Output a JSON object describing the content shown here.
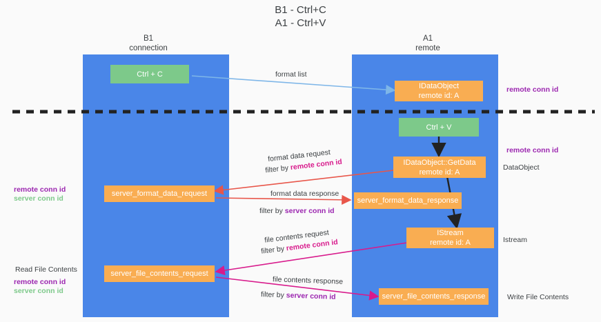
{
  "title": {
    "line1": "B1 - Ctrl+C",
    "line2": "A1 - Ctrl+V"
  },
  "columns": {
    "left": {
      "name": "B1",
      "role": "connection"
    },
    "right": {
      "name": "A1",
      "role": "remote"
    }
  },
  "nodes": {
    "ctrl_c": "Ctrl + C",
    "ctrl_v": "Ctrl + V",
    "idataobject_title": "IDataObject",
    "idataobject_sub": "remote id: A",
    "getdata_title": "IDataObject::GetData",
    "getdata_sub": "remote id: A",
    "istream_title": "IStream",
    "istream_sub": "remote id: A",
    "server_format_data_request": "server_format_data_request",
    "server_format_data_response": "server_format_data_response",
    "server_file_contents_request": "server_file_contents_request",
    "server_file_contents_response": "server_file_contents_response"
  },
  "edges": {
    "format_list": "format list",
    "format_data_request": "format data request",
    "format_data_request_filter_prefix": "filter by ",
    "format_data_request_filter_key": "remote conn id",
    "format_data_response": "format data response",
    "format_data_response_filter_prefix": "filter by ",
    "format_data_response_filter_key": "server conn id",
    "file_contents_request": "file contents request",
    "file_contents_request_filter_prefix": "filter by ",
    "file_contents_request_filter_key": "remote conn id",
    "file_contents_response": "file contents response",
    "file_contents_response_filter_prefix": "filter by ",
    "file_contents_response_filter_key": "server conn id"
  },
  "annotations": {
    "right_remote_conn_id_top": "remote conn id",
    "right_remote_conn_id_mid": "remote conn id",
    "right_dataobject": "DataObject",
    "right_istream": "Istream",
    "right_write_file_contents": "Write File Contents",
    "left_remote_conn_id_mid": "remote conn id",
    "left_server_conn_id_mid": "server conn id",
    "left_read_file_contents": "Read File Contents",
    "left_remote_conn_id_bottom": "remote conn id",
    "left_server_conn_id_bottom": "server conn id"
  },
  "colors": {
    "lane": "#4a86e8",
    "node_green": "#7dc98a",
    "node_orange": "#f9ad52",
    "purple": "#9c27b0",
    "green_text": "#7dc98a",
    "pink": "#d81b8c",
    "red": "#e8564a",
    "light_blue": "#7eb6e8",
    "black": "#222222",
    "background": "#fafafa"
  }
}
